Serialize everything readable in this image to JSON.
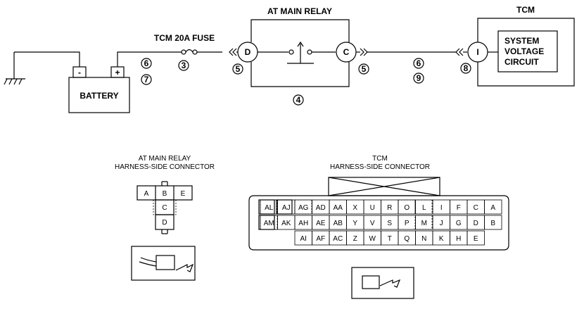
{
  "battery": {
    "label": "BATTERY",
    "neg": "-",
    "pos": "+"
  },
  "fuse": {
    "label": "TCM 20A FUSE"
  },
  "relay": {
    "title": "AT MAIN RELAY",
    "term_in": "D",
    "term_out": "C"
  },
  "tcm": {
    "title": "TCM",
    "term": "I",
    "circuit": [
      "SYSTEM",
      "VOLTAGE",
      "CIRCUIT"
    ]
  },
  "callouts": {
    "fuse_a": "6",
    "fuse_b": "7",
    "fuse_num": "3",
    "relay_in": "5",
    "relay_out": "5",
    "relay_body": "4",
    "mid_a": "6",
    "mid_b": "9",
    "tcm_in": "8"
  },
  "relay_connector": {
    "title_1": "AT MAIN RELAY",
    "title_2": "HARNESS-SIDE CONNECTOR",
    "pins": [
      "A",
      "B",
      "E",
      "C",
      "D"
    ]
  },
  "tcm_connector": {
    "title_1": "TCM",
    "title_2": "HARNESS-SIDE CONNECTOR",
    "row1": [
      "AL",
      "AJ",
      "AG",
      "AD",
      "AA",
      "X",
      "U",
      "R",
      "O",
      "L",
      "I",
      "F",
      "C",
      "A"
    ],
    "row2": [
      "AM",
      "AK",
      "AH",
      "AE",
      "AB",
      "Y",
      "V",
      "S",
      "P",
      "M",
      "J",
      "G",
      "D",
      "B"
    ],
    "row3": [
      "AI",
      "AF",
      "AC",
      "Z",
      "W",
      "T",
      "Q",
      "N",
      "K",
      "H",
      "E"
    ]
  },
  "icons": [
    "ground-icon",
    "fuse-icon",
    "relay-switch-icon",
    "connector-view-arrow-icon"
  ]
}
